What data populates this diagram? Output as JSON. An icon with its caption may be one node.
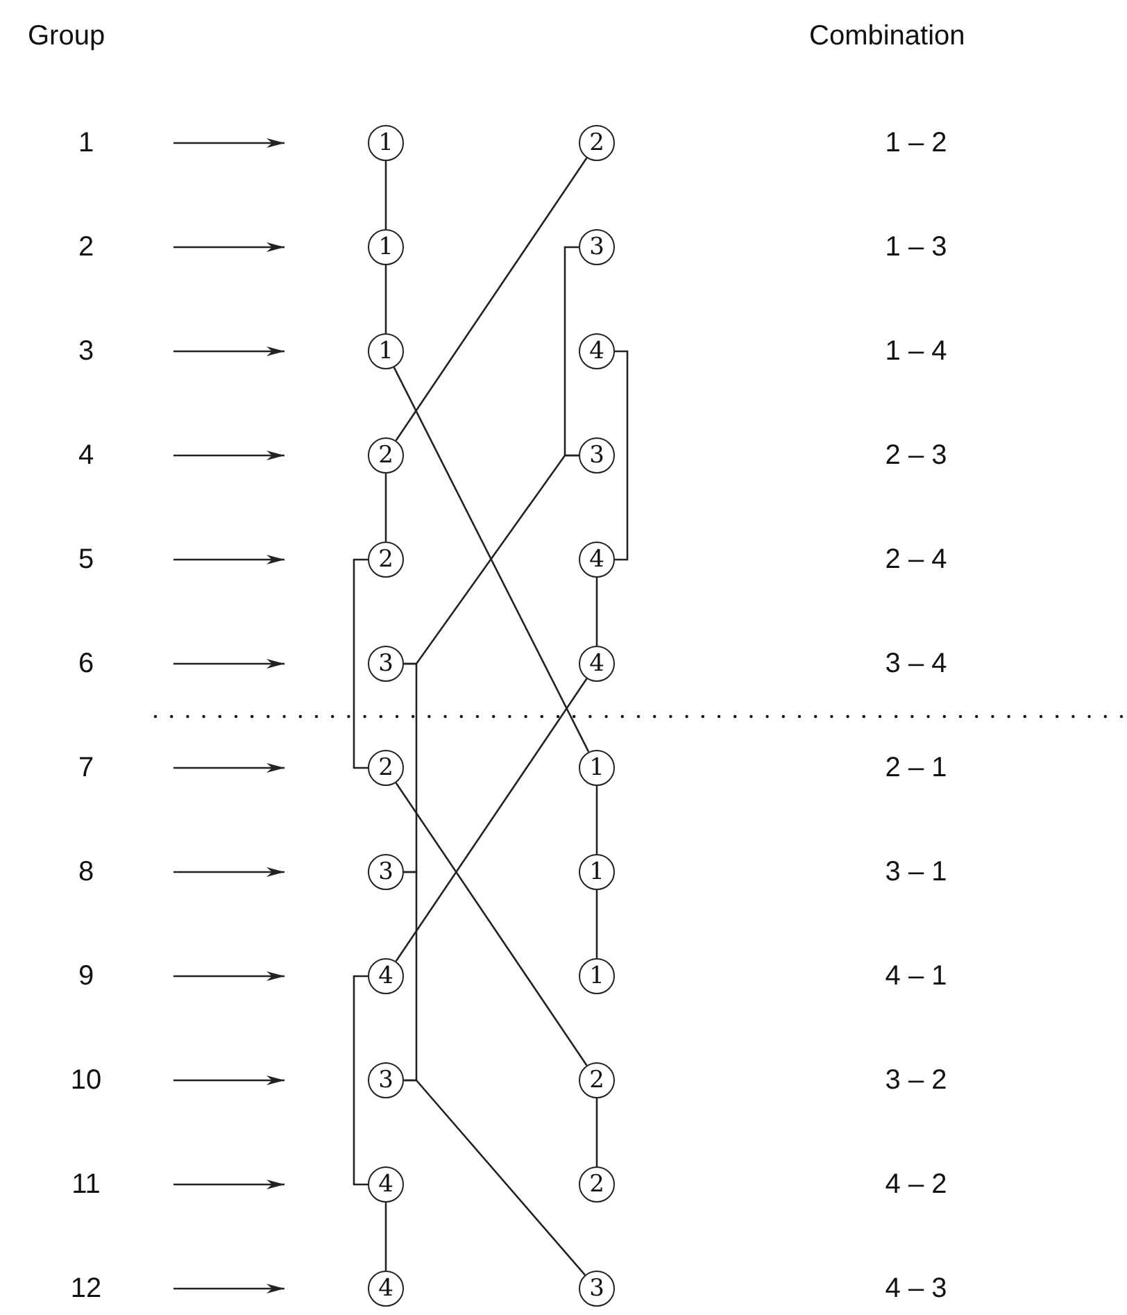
{
  "diagram": {
    "nodes": [
      {
        "text": [
          "1"
        ]
      },
      {
        "text": [
          "1"
        ]
      },
      {
        "text": [
          "2"
        ]
      },
      {
        "text": [
          "2"
        ]
      },
      {
        "text": [
          "1"
        ]
      },
      {
        "text": [
          "3"
        ]
      },
      {
        "text": [
          "3"
        ]
      },
      {
        "text": [
          "1"
        ]
      },
      {
        "text": [
          "4"
        ]
      },
      {
        "text": [
          "4"
        ]
      },
      {
        "text": [
          "2"
        ]
      },
      {
        "text": [
          "3"
        ]
      },
      {
        "text": [
          "5"
        ]
      },
      {
        "text": [
          "2"
        ]
      },
      {
        "text": [
          "4"
        ]
      },
      {
        "text": [
          "6"
        ]
      },
      {
        "text": [
          "3"
        ]
      },
      {
        "text": [
          "4"
        ]
      },
      {
        "text": [
          "7"
        ]
      },
      {
        "text": [
          "2"
        ]
      },
      {
        "text": [
          "1"
        ]
      },
      {
        "text": [
          "8"
        ]
      },
      {
        "text": [
          "3"
        ]
      },
      {
        "text": [
          "1"
        ]
      },
      {
        "text": [
          "9"
        ]
      },
      {
        "text": [
          "4"
        ]
      },
      {
        "text": [
          "1"
        ]
      },
      {
        "text": [
          "10"
        ]
      },
      {
        "text": [
          "3"
        ]
      },
      {
        "text": [
          "2"
        ]
      },
      {
        "text": [
          "11"
        ]
      },
      {
        "text": [
          "4"
        ]
      },
      {
        "text": [
          "2"
        ]
      },
      {
        "text": [
          "12"
        ]
      },
      {
        "text": [
          "4"
        ]
      },
      {
        "text": [
          "3"
        ]
      }
    ],
    "edges": [
      {
        "from": 0,
        "to": 1,
        "arrow": "to"
      },
      {
        "from": 3,
        "to": 4,
        "arrow": "to"
      },
      {
        "from": 6,
        "to": 7,
        "arrow": "to"
      },
      {
        "from": 9,
        "to": 10,
        "arrow": "to"
      },
      {
        "from": 12,
        "to": 13,
        "arrow": "to"
      },
      {
        "from": 15,
        "to": 16,
        "arrow": "to"
      },
      {
        "from": 18,
        "to": 19,
        "arrow": "to"
      },
      {
        "from": 21,
        "to": 22,
        "arrow": "to"
      },
      {
        "from": 24,
        "to": 25,
        "arrow": "to"
      },
      {
        "from": 27,
        "to": 28,
        "arrow": "to"
      },
      {
        "from": 30,
        "to": 31,
        "arrow": "to"
      },
      {
        "from": 33,
        "to": 34,
        "arrow": "to"
      },
      {
        "from": 1,
        "to": 4,
        "arrow": "none"
      },
      {
        "from": 4,
        "to": 7,
        "arrow": "none"
      },
      {
        "from": 7,
        "to": 20,
        "arrow": "none"
      },
      {
        "from": 10,
        "to": 2,
        "arrow": "none"
      },
      {
        "from": 10,
        "to": 13,
        "arrow": "none"
      },
      {
        "from": 13,
        "to": 19,
        "arrow": "none"
      },
      {
        "from": 16,
        "to": 11,
        "arrow": "none"
      },
      {
        "from": 16,
        "to": 22,
        "arrow": "none"
      },
      {
        "from": 22,
        "to": 28,
        "arrow": "none"
      },
      {
        "from": 5,
        "to": 11,
        "arrow": "none"
      },
      {
        "from": 8,
        "to": 14,
        "arrow": "none"
      },
      {
        "from": 14,
        "to": 17,
        "arrow": "none"
      },
      {
        "from": 17,
        "to": 25,
        "arrow": "none"
      },
      {
        "from": 25,
        "to": 31,
        "arrow": "none"
      },
      {
        "from": 31,
        "to": 34,
        "arrow": "none"
      },
      {
        "from": 19,
        "to": 29,
        "arrow": "none"
      },
      {
        "from": 28,
        "to": 35,
        "arrow": "none"
      },
      {
        "from": 20,
        "to": 23,
        "arrow": "none"
      },
      {
        "from": 23,
        "to": 26,
        "arrow": "none"
      },
      {
        "from": 29,
        "to": 32,
        "arrow": "none"
      }
    ],
    "labels": [
      "Group",
      "Combination",
      "1 – 2",
      "1 – 3",
      "1 – 4",
      "2 – 3",
      "2 – 4",
      "3 – 4",
      "2 – 1",
      "3 – 1",
      "4 – 1",
      "3 – 2",
      "4 – 2",
      "4 – 3"
    ]
  }
}
